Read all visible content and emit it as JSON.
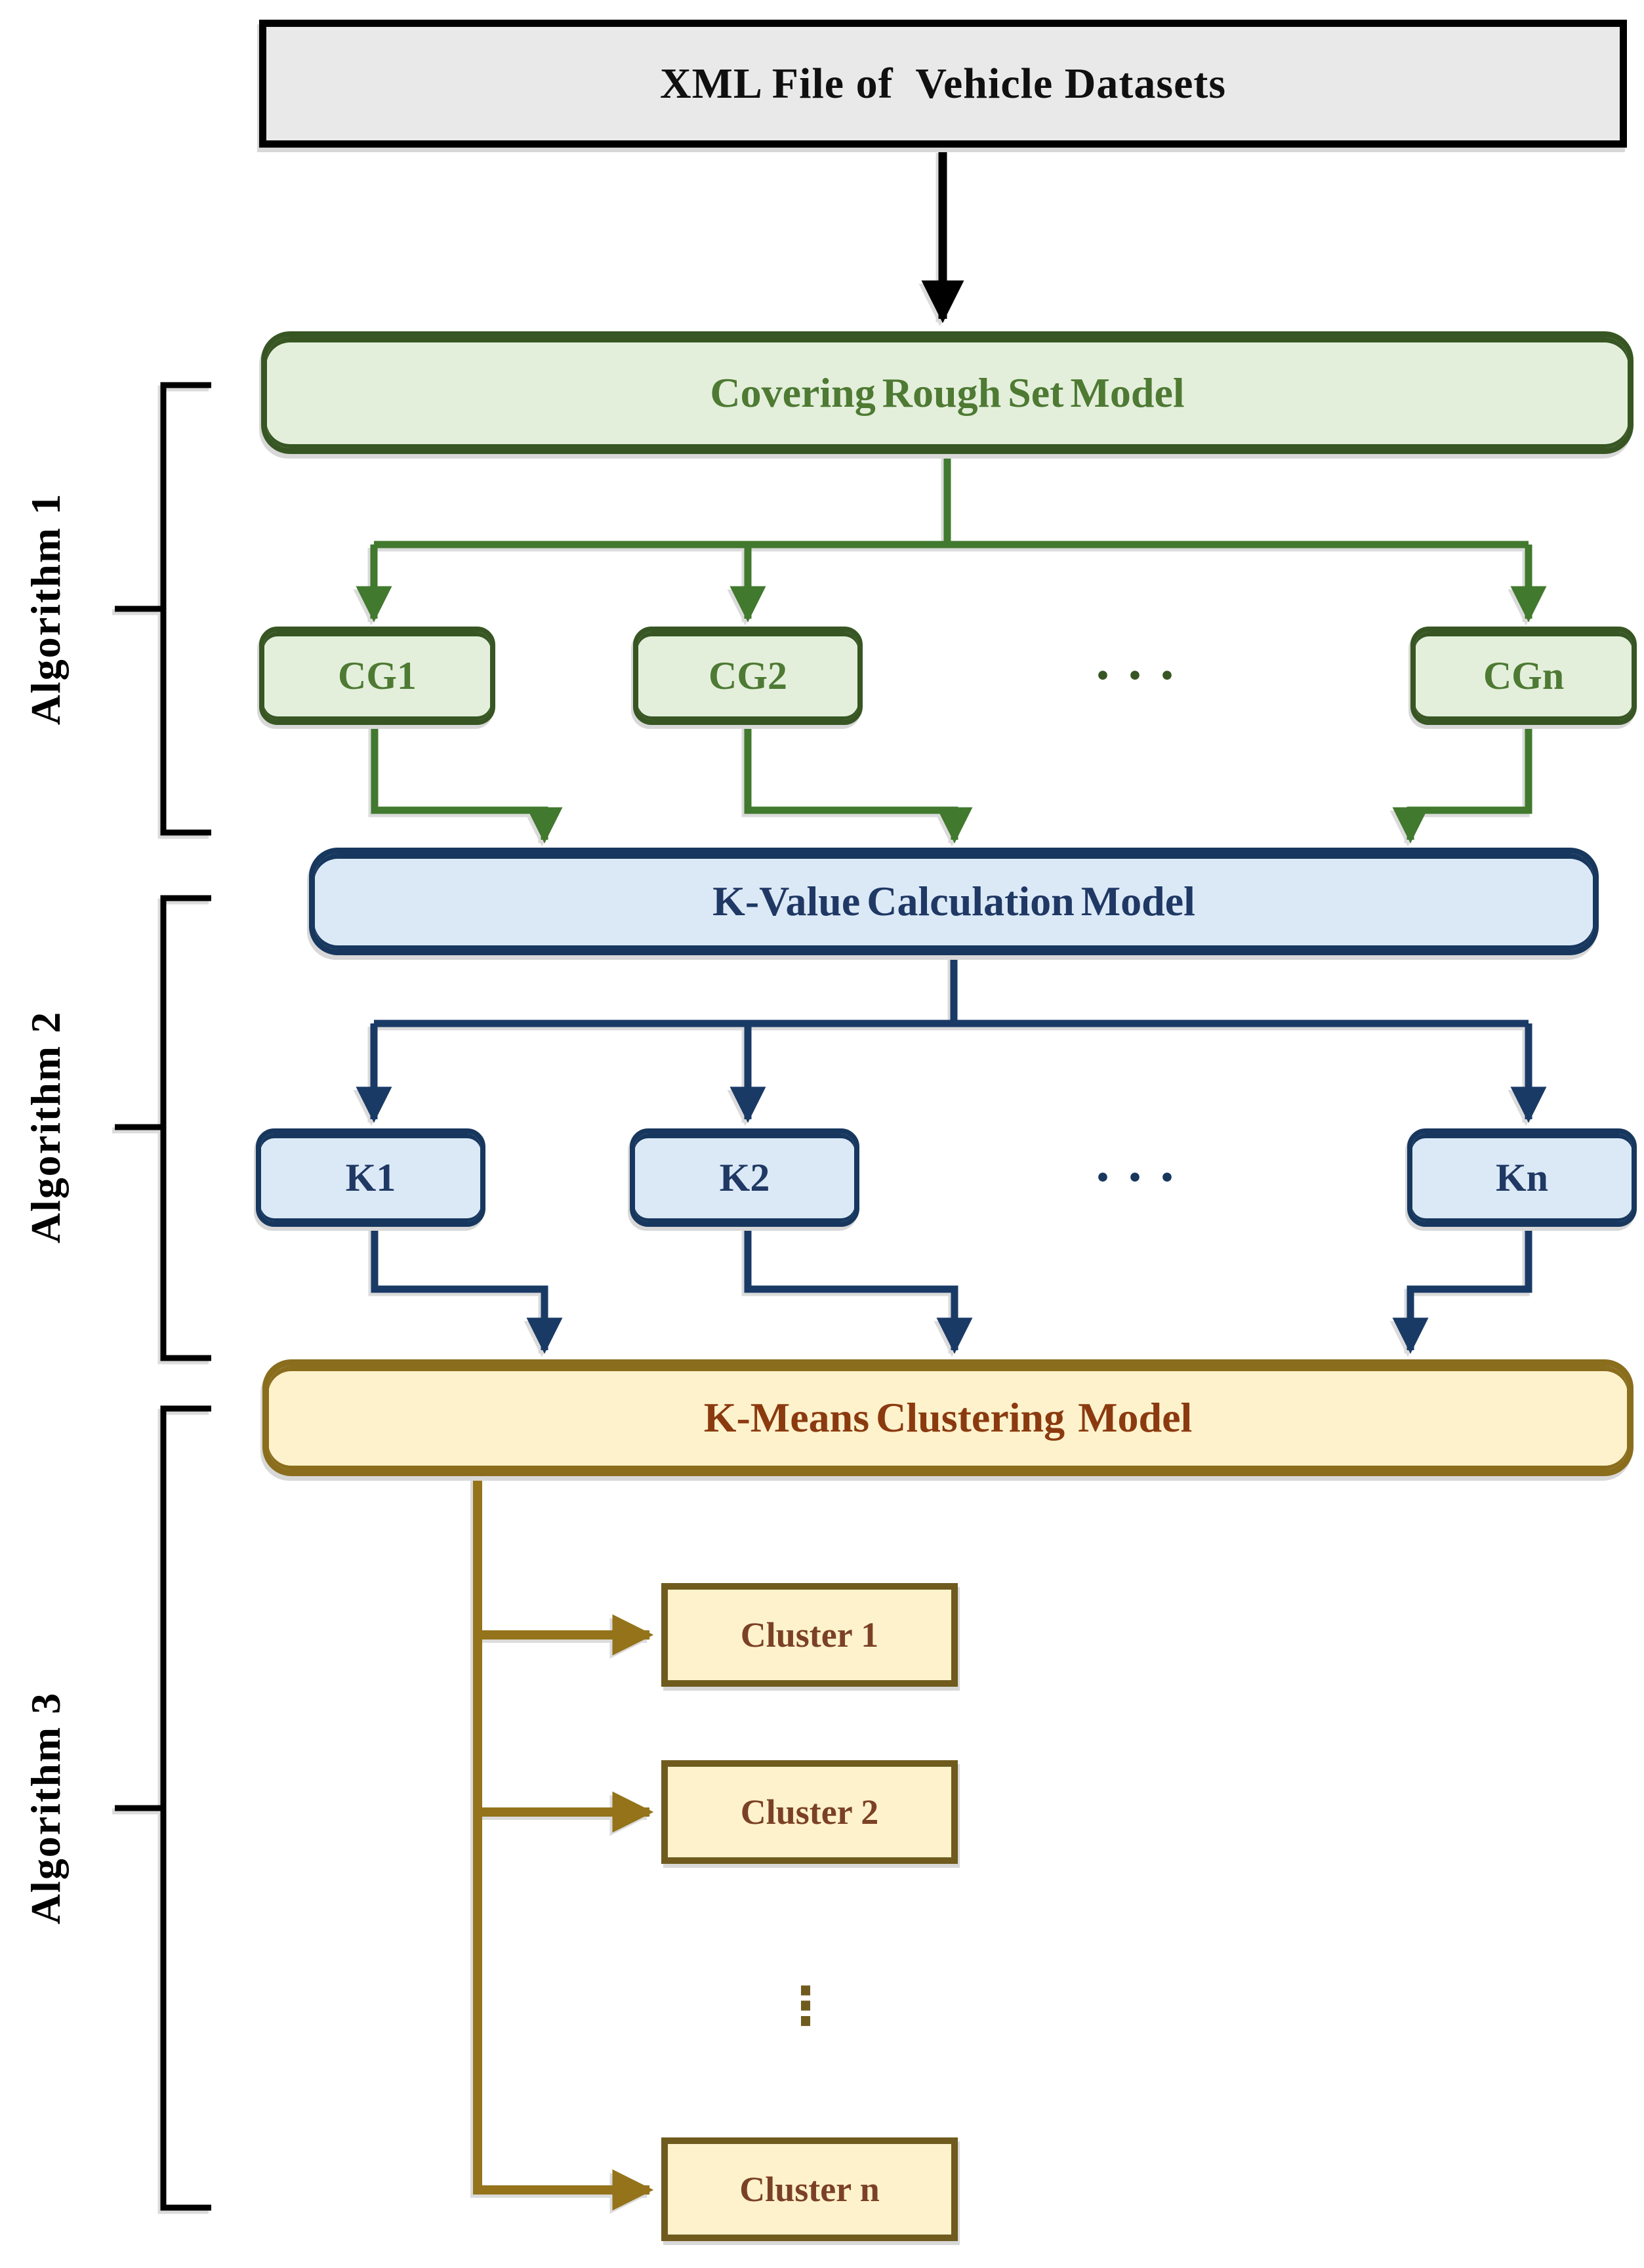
{
  "diagram": {
    "title_box": {
      "label": "XML File of  Vehicle Datasets"
    },
    "algorithm1": {
      "bracket_label": "Algorithm 1",
      "model_box": {
        "label": "Covering Rough Set Model"
      },
      "outputs": [
        {
          "label": "CG1"
        },
        {
          "label": "CG2"
        },
        {
          "label": "CGn"
        }
      ],
      "ellipsis": "· · ·"
    },
    "algorithm2": {
      "bracket_label": "Algorithm 2",
      "model_box": {
        "label": "K-Value Calculation Model"
      },
      "outputs": [
        {
          "label": "K1"
        },
        {
          "label": "K2"
        },
        {
          "label": "Kn"
        }
      ],
      "ellipsis": "· · ·"
    },
    "algorithm3": {
      "bracket_label": "Algorithm 3",
      "model_box": {
        "label": "K-Means Clustering  Model"
      },
      "outputs": [
        {
          "label": "Cluster 1"
        },
        {
          "label": "Cluster 2"
        },
        {
          "label": "Cluster n"
        }
      ],
      "ellipsis": "⋮"
    },
    "colors": {
      "black": "#000000",
      "gray_fill": "#e9e9e9",
      "green_fill": "#e3efdb",
      "green_border": "#375623",
      "green_text": "#4e7a33",
      "green_line": "#41792e",
      "blue_fill": "#dbe9f7",
      "blue_border": "#17375e",
      "blue_text": "#1f3864",
      "blue_line": "#1a3a66",
      "gold_fill": "#fdf2cb",
      "gold_border": "#8a6d1d",
      "gold_line": "#94731a",
      "brown_text": "#8b3a10",
      "cluster_border": "#6f5b1e",
      "cluster_text": "#7b4126"
    }
  }
}
